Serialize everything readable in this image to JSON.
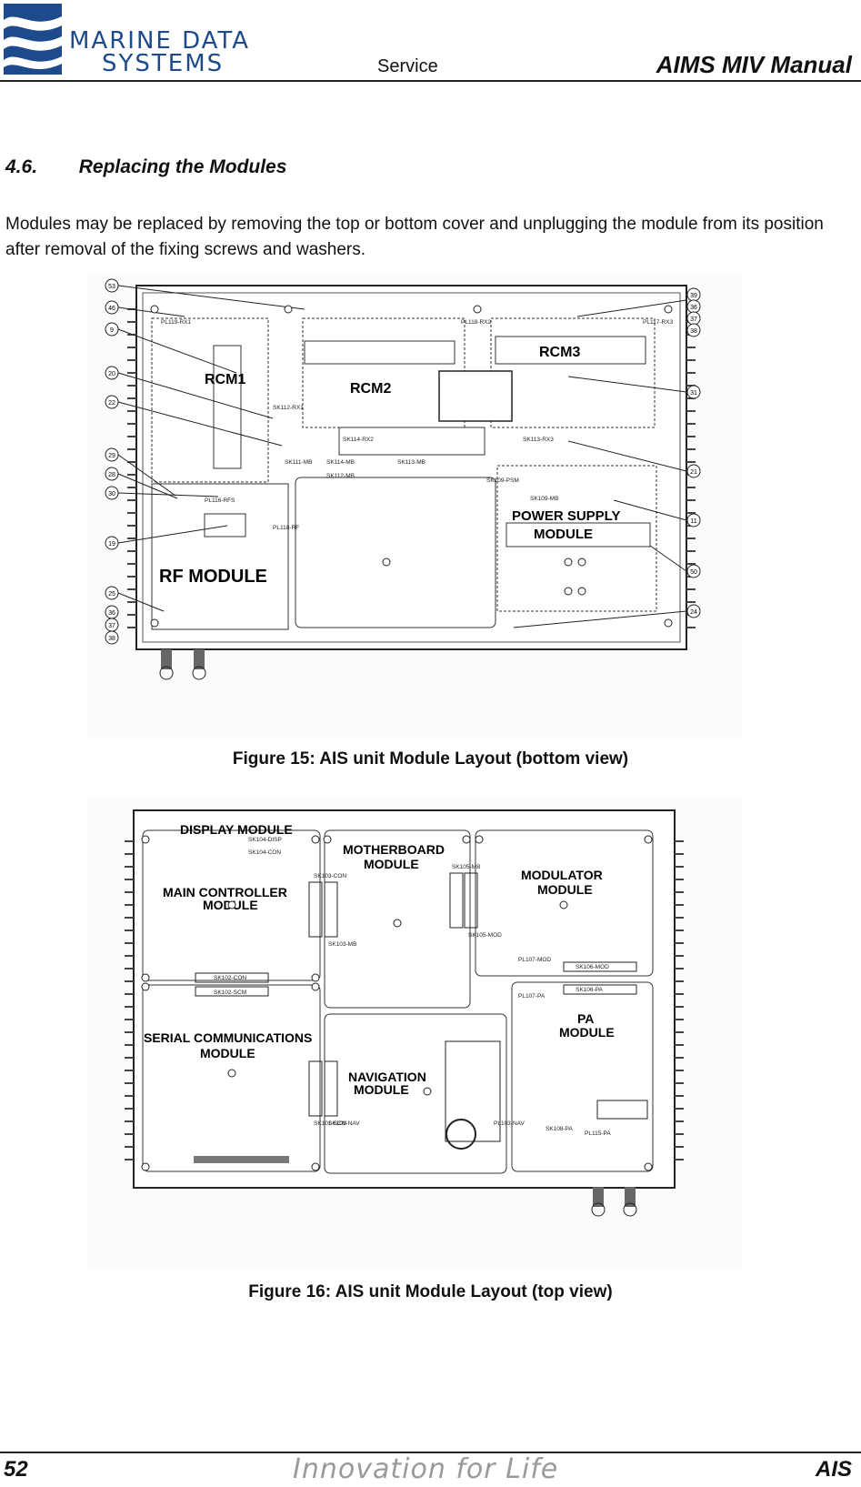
{
  "header": {
    "logo_line1": "MARINE DATA",
    "logo_line2": "SYSTEMS",
    "section": "Service",
    "manual_title": "AIMS MIV Manual"
  },
  "section": {
    "number": "4.6.",
    "title": "Replacing the Modules",
    "body": "Modules may be replaced by removing the top or bottom cover and unplugging the module from its position after removal of the fixing screws and washers."
  },
  "figure15": {
    "caption": "Figure 15:  AIS unit Module Layout (bottom view)",
    "labels": {
      "rcm1": "RCM1",
      "rcm2": "RCM2",
      "rcm3": "RCM3",
      "psu_line1": "POWER SUPPLY",
      "psu_line2": "MODULE",
      "rf": "RF MODULE"
    },
    "callouts_left": [
      "53",
      "46",
      "9",
      "20",
      "22",
      "29",
      "28",
      "30",
      "19",
      "25",
      "36",
      "37",
      "38"
    ],
    "callouts_right": [
      "39",
      "36",
      "37",
      "38",
      "31",
      "21",
      "11",
      "50",
      "24"
    ],
    "connectors": [
      "SK114-RX2",
      "SK113-RX3",
      "SK114-MB",
      "SK113-MB",
      "SK112-MB",
      "SK111-MB",
      "PL116-RFS",
      "SK109-PSM",
      "SK109-MB",
      "PL119-RX1",
      "PL118-RX2",
      "PL117-RX3",
      "SK112-RX1",
      "PL118-RF"
    ]
  },
  "figure16": {
    "caption": "Figure 16:  AIS unit Module Layout (top view)",
    "labels": {
      "display": "DISPLAY MODULE",
      "motherboard_line1": "MOTHERBOARD",
      "motherboard_line2": "MODULE",
      "modulator_line1": "MODULATOR",
      "modulator_line2": "MODULE",
      "main_line1": "MAIN CONTROLLER",
      "main_line2": "MODULE",
      "pa_line1": "PA",
      "pa_line2": "MODULE",
      "serial_line1": "SERIAL COMMUNICATIONS",
      "serial_line2": "MODULE",
      "nav_line1": "NAVIGATION",
      "nav_line2": "MODULE"
    },
    "connectors": [
      "SK104-DISP",
      "SK104-CON",
      "SK102-CON",
      "SK102-SCM",
      "SK103-CON",
      "SK103-MB",
      "SK105-MB",
      "SK105-MOD",
      "PL107-MOD",
      "SK106-MOD",
      "SK106-PA",
      "PL107-PA",
      "SK101-SCM",
      "SK101-NAV",
      "PL103-NAV",
      "SK108-PA",
      "PL115-PA"
    ]
  },
  "footer": {
    "page_number": "52",
    "tagline": "Innovation for Life",
    "product": "AIS"
  }
}
